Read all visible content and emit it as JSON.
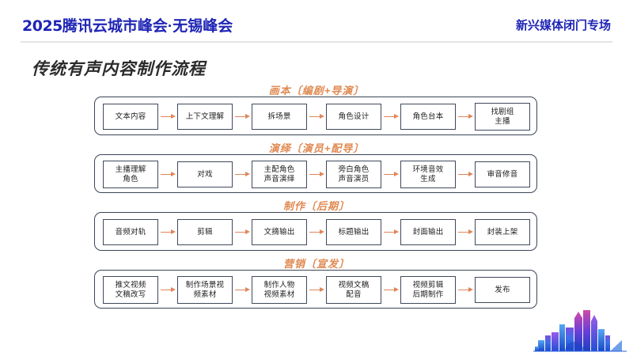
{
  "header": {
    "brand_year": "2025",
    "brand_text": "腾讯云城市峰会·无锡峰会",
    "sub_brand": "新兴媒体闭门专场",
    "brand_color": "#1f25b5"
  },
  "page_title": "传统有声内容制作流程",
  "theme": {
    "accent_orange": "#e08a52",
    "box_border": "#40495a",
    "container_border": "#3b4657",
    "background": "#ffffff"
  },
  "sections": [
    {
      "label": "画本〔编剧+导演〕",
      "nodes": [
        "文本内容",
        "上下文理解",
        "拆场景",
        "角色设计",
        "角色台本",
        "找剧组\n主播"
      ]
    },
    {
      "label": "演绎〔演员+配导〕",
      "nodes": [
        "主播理解\n角色",
        "对戏",
        "主配角色\n声音演绎",
        "旁白角色\n声音演员",
        "环境音效\n生成",
        "审音修音"
      ]
    },
    {
      "label": "制作〔后期〕",
      "nodes": [
        "音频对轨",
        "剪辑",
        "文摘输出",
        "标题输出",
        "封面输出",
        "封装上架"
      ]
    },
    {
      "label": "营销〔宣发〕",
      "nodes": [
        "推文视频\n文稿改写",
        "制作场景视\n频素材",
        "制作人物\n视频素材",
        "视频文稿\n配音",
        "视频剪辑\n后期制作",
        "发布"
      ]
    }
  ],
  "decoration": {
    "skyline_icon": "city-skyline-icon"
  }
}
